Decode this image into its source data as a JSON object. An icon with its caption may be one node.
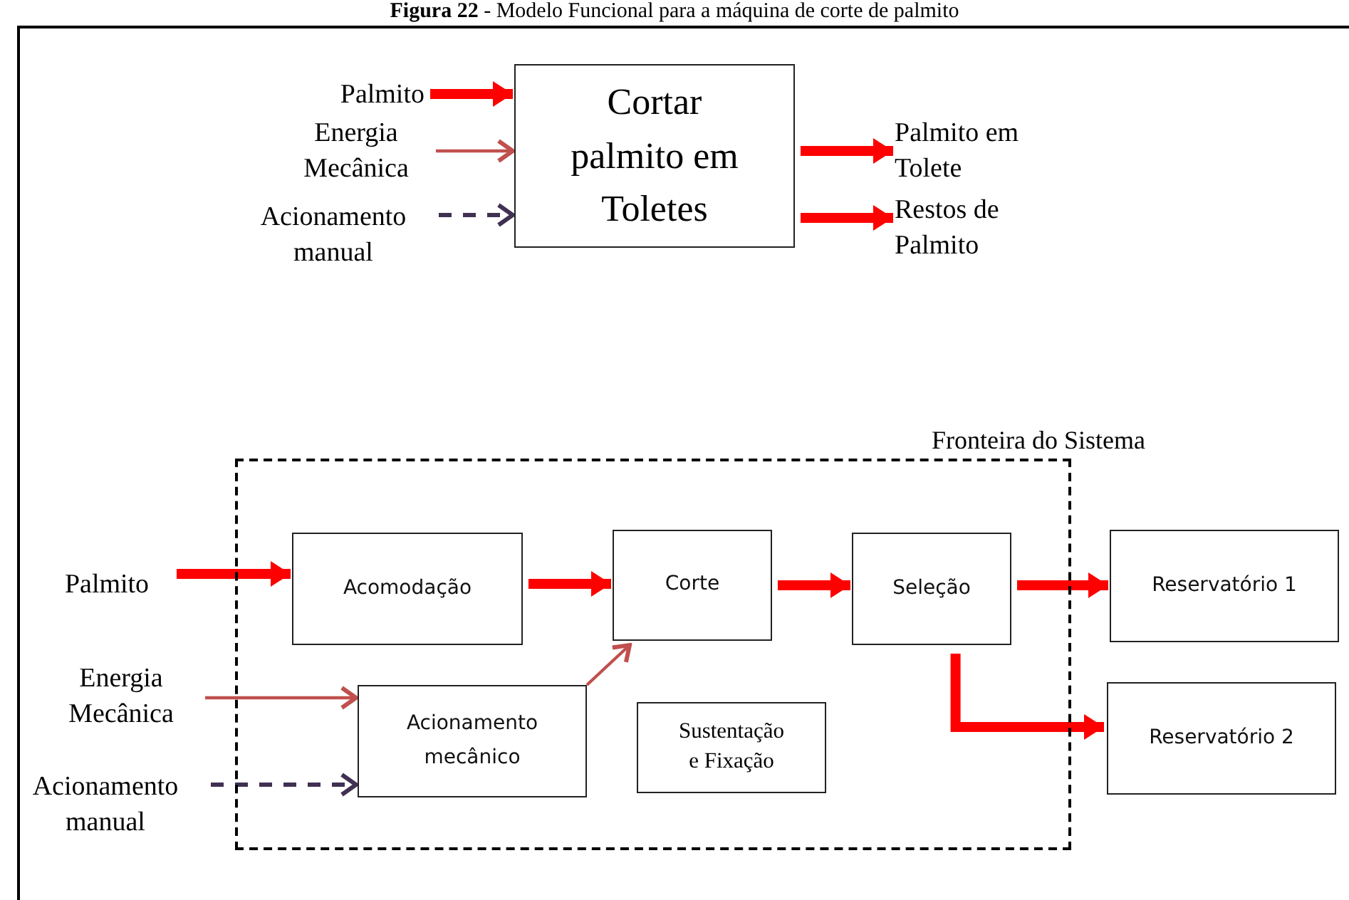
{
  "diagram": {
    "title": "**Figura 22** - Modelo Funcional para a máquina de corte de palmito",
    "nodes": [
      {
        "text": [
          "Palmito"
        ]
      },
      {
        "text": [
          "Energia Mecânica"
        ]
      },
      {
        "text": [
          "Acionamento manual"
        ]
      },
      {
        "text": [
          "Cortar palmito em Toletes"
        ]
      },
      {
        "text": [
          "Palmito em Tolete"
        ]
      },
      {
        "text": [
          "Restos de Palmito"
        ]
      },
      {
        "text": [
          "Fronteira do Sistema"
        ]
      },
      {
        "text": [
          "Palmito"
        ]
      },
      {
        "text": [
          "Energia Mecânica"
        ]
      },
      {
        "text": [
          "Acionamento manual"
        ]
      },
      {
        "text": [
          "Acomodação"
        ],
        "in": 6
      },
      {
        "text": [
          "Corte"
        ],
        "in": 6
      },
      {
        "text": [
          "Seleção"
        ],
        "in": 6
      },
      {
        "text": [
          "Reservatório 1"
        ]
      },
      {
        "text": [
          "Acionamento mecânico"
        ],
        "in": 6
      },
      {
        "text": [
          "Sustentação e Fixação"
        ],
        "in": 6
      },
      {
        "text": [
          "Reservatório 2"
        ]
      }
    ],
    "edges": [
      {
        "from": 0,
        "to": 3,
        "arrow": "to"
      },
      {
        "from": 1,
        "to": 3,
        "arrow": "to",
        "color": "#c0504d"
      },
      {
        "from": 2,
        "to": 3,
        "arrow": "to",
        "style": "dashed",
        "color": "#403152"
      },
      {
        "from": 3,
        "to": 4,
        "arrow": "to"
      },
      {
        "from": 3,
        "to": 5,
        "arrow": "to"
      },
      {
        "from": 7,
        "to": 10,
        "arrow": "to"
      },
      {
        "from": 8,
        "to": 14,
        "arrow": "to",
        "color": "#c0504d"
      },
      {
        "from": 9,
        "to": 14,
        "arrow": "to",
        "style": "dashed",
        "color": "#403152"
      },
      {
        "from": 10,
        "to": 11,
        "arrow": "to"
      },
      {
        "from": 14,
        "to": 11,
        "arrow": "to",
        "color": "#c0504d"
      },
      {
        "from": 11,
        "to": 12,
        "arrow": "to"
      },
      {
        "from": 12,
        "to": 13,
        "arrow": "to"
      },
      {
        "from": 12,
        "to": 16,
        "arrow": "to"
      }
    ]
  }
}
